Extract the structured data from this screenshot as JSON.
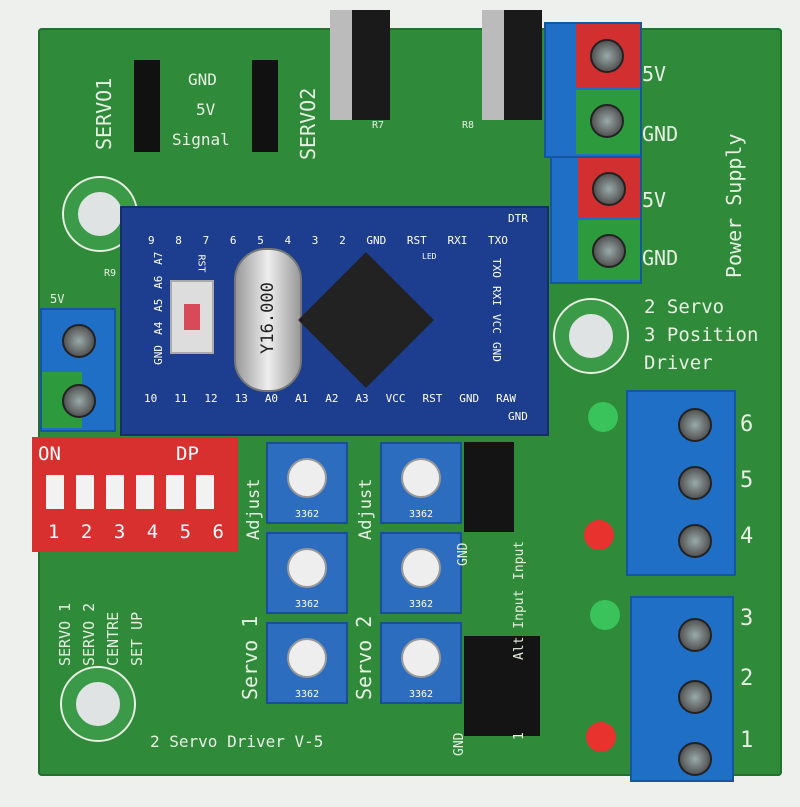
{
  "board": {
    "servo1_label": "SERVO1",
    "servo2_label": "SERVO2",
    "servo_pins": [
      "GND",
      "5V",
      "Signal"
    ],
    "power_terminals": [
      "5V",
      "GND",
      "5V",
      "GND"
    ],
    "power_supply_label": "Power Supply",
    "title_lines": [
      "2 Servo",
      "3 Position",
      "Driver"
    ],
    "left_terminal_label": "5V",
    "resistors": [
      "R7",
      "R8",
      "R9"
    ],
    "output_numbers": [
      "6",
      "5",
      "4",
      "3",
      "2",
      "1"
    ],
    "adjust_label": "Adjust",
    "pot_labels": [
      "Servo 1",
      "Servo 2"
    ],
    "pot_code": "3362",
    "setup_text": [
      "SERVO 1",
      "SERVO 2",
      "CENTRE",
      "SET UP"
    ],
    "version": "2 Servo Driver V-5",
    "jumper_labels": [
      "GND",
      "Input",
      "Alt Input",
      "GND",
      "1"
    ]
  },
  "dip_switch": {
    "on": "ON",
    "dp": "DP",
    "numbers": [
      "1",
      "2",
      "3",
      "4",
      "5",
      "6"
    ]
  },
  "arduino": {
    "top_pins": [
      "9",
      "8",
      "7",
      "6",
      "5",
      "4",
      "3",
      "2",
      "GND",
      "RST",
      "RXI",
      "TXO"
    ],
    "dtr": "DTR",
    "left_pins": [
      "GND",
      "A4",
      "A5",
      "A6",
      "A7"
    ],
    "right_pins": [
      "TXO",
      "RXI",
      "VCC",
      "GND"
    ],
    "bottom_pins": [
      "10",
      "11",
      "12",
      "13",
      "A0",
      "A1",
      "A2",
      "A3",
      "VCC",
      "RST",
      "GND",
      "RAW"
    ],
    "bottom_right": "GND",
    "crystal": "Y16.000",
    "rst": "RST",
    "led": "LED"
  }
}
